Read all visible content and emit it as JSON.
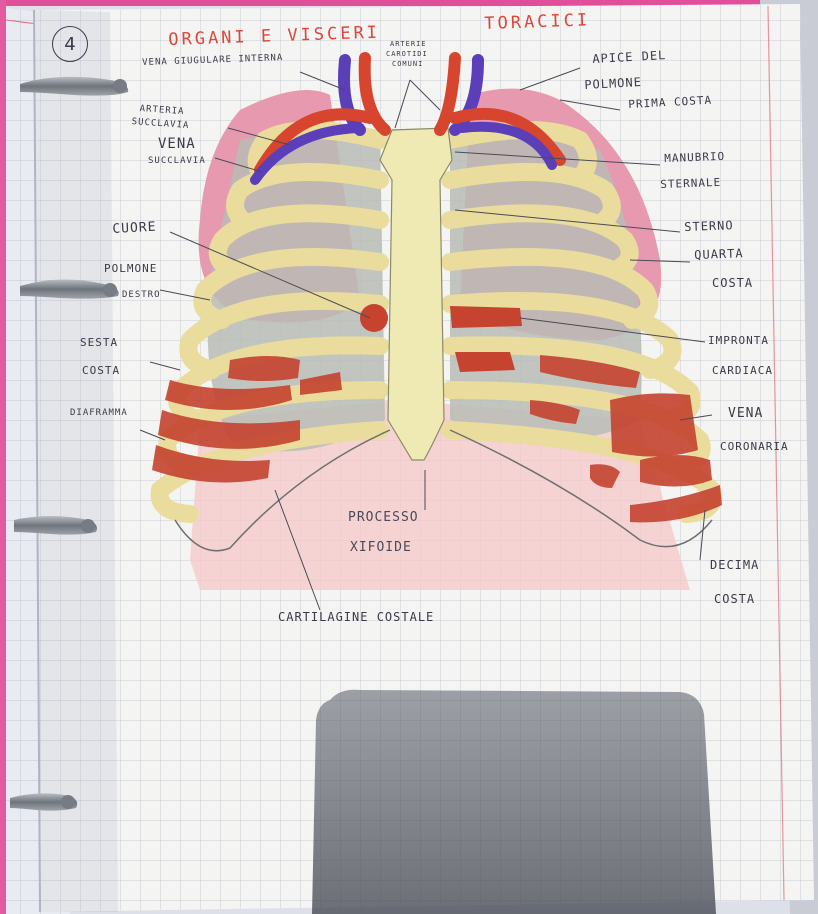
{
  "page": {
    "page_number": "4",
    "title_left": "ORGANI E VISCERI",
    "title_right": "TORACICI"
  },
  "colors": {
    "paper": "#f4f4f2",
    "grid": "#c9ccd6",
    "rib_yellow": "#e9dc9c",
    "lung_pink": "#e79aaf",
    "cartilage_gray": "#b9bcb6",
    "heart_red": "#c5432f",
    "vein_blue": "#5b3fb8",
    "artery_red": "#d8452e",
    "sternum": "#efeab4",
    "margin_red": "#e56a7a",
    "binder_blue": "#c4cbe6",
    "ring_silver": "#8e939a"
  },
  "labels": {
    "vena_giugulare_interna": "VENA GIUGULARE INTERNA",
    "arterie_carotidi_comuni_1": "ARTERIE",
    "arterie_carotidi_comuni_2": "CAROTIDI",
    "arterie_carotidi_comuni_3": "COMUNI",
    "apice_polmone_1": "APICE DEL",
    "apice_polmone_2": "POLMONE",
    "prima_costa": "PRIMA COSTA",
    "arteria_succlavia_1": "ARTERIA",
    "arteria_succlavia_2": "SUCCLAVIA",
    "vena_succlavia_1": "VENA",
    "vena_succlavia_2": "SUCCLAVIA",
    "manubrio_sternale_1": "MANUBRIO",
    "manubrio_sternale_2": "STERNALE",
    "sterno": "STERNO",
    "cuore": "CUORE",
    "quarta_costa_1": "QUARTA",
    "quarta_costa_2": "COSTA",
    "polmone_destro_1": "POLMONE",
    "polmone_destro_2": "DESTRO",
    "impronta_cardiaca_1": "IMPRONTA",
    "impronta_cardiaca_2": "CARDIACA",
    "sesta_costa_1": "SESTA",
    "sesta_costa_2": "COSTA",
    "diaframma": "DIAFRAMMA",
    "vena_coronaria_1": "VENA",
    "vena_coronaria_2": "CORONARIA",
    "processo_xifoide_1": "PROCESSO",
    "processo_xifoide_2": "XIFOIDE",
    "decima_costa_1": "DECIMA",
    "decima_costa_2": "COSTA",
    "cartilagine_costale": "CARTILAGINE COSTALE"
  }
}
